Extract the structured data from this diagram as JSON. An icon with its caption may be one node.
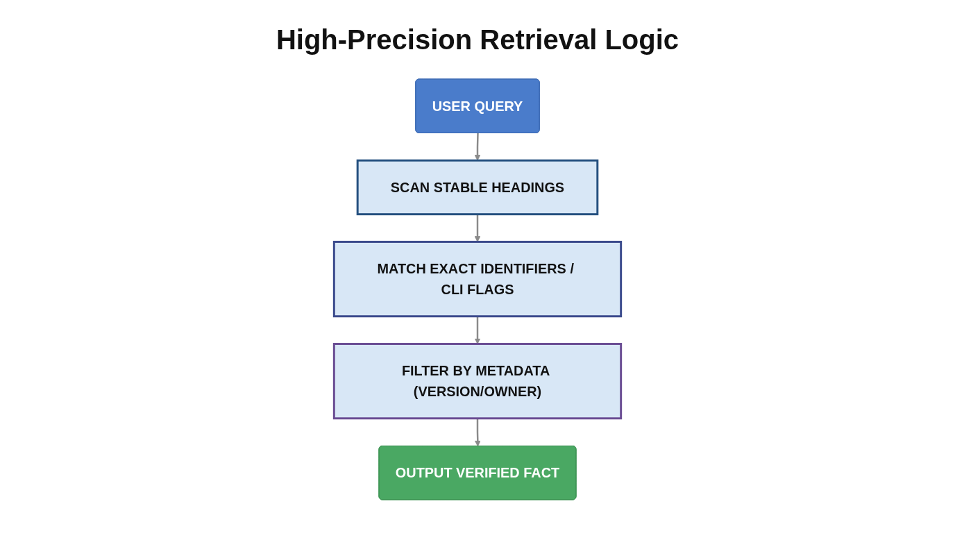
{
  "diagram": {
    "title": "High-Precision Retrieval Logic",
    "nodes": [
      {
        "text": [
          "USER QUERY"
        ]
      },
      {
        "text": [
          "SCAN STABLE HEADINGS"
        ]
      },
      {
        "text": [
          "MATCH EXACT IDENTIFIERS / CLI FLAGS"
        ]
      },
      {
        "text": [
          "FILTER BY METADATA (VERSION/OWNER)"
        ]
      },
      {
        "text": [
          "OUTPUT VERIFIED FACT"
        ]
      }
    ],
    "edges": [
      {
        "from": 0,
        "to": 1,
        "arrow": "to"
      },
      {
        "from": 1,
        "to": 2,
        "arrow": "to"
      },
      {
        "from": 2,
        "to": 3,
        "arrow": "to"
      },
      {
        "from": 3,
        "to": 4,
        "arrow": "to"
      }
    ]
  }
}
